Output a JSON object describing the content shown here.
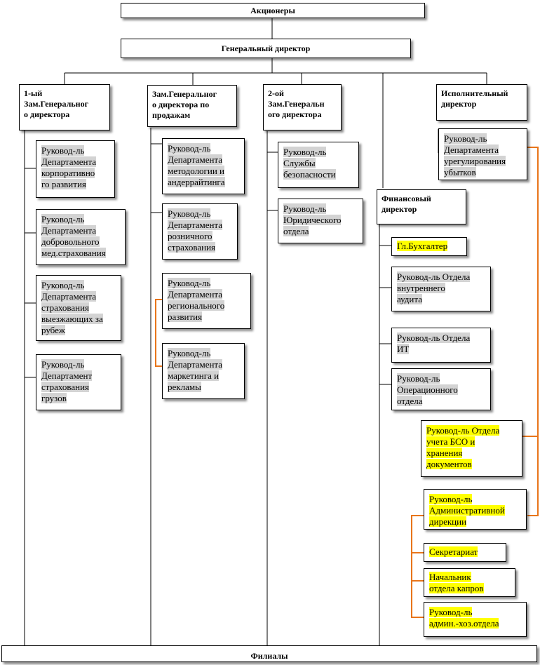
{
  "top": {
    "shareholders": "Акционеры",
    "general_director": "Генеральный директор",
    "branches": "Филиалы"
  },
  "column1": {
    "head": "1-ый\nЗам.Генеральног\nо директора",
    "units": [
      "Руковод-ль\nДепартамента\nкорпоративно\nго развития",
      "Руковод-ль\nДепартамента\nдобровольного\nмед.страхования",
      "Руковод-ль\nДепартамента\nстрахования\nвыезжающих за\nрубеж",
      "Руковод-ль\nДепартамент\nстрахования\nгрузов"
    ]
  },
  "column2": {
    "head": "Зам.Генеральног\nо директора по\nпродажам",
    "units": [
      "Руковод-ль\nДепартамента\nметодологии и\nандеррайтинга",
      "Руковод-ль\nДепартамента\nрозничного\nстрахования",
      "Руковод-ль\nДепартамента\nрегионального\nразвития",
      "Руковод-ль\nДепартамента\nмаркетинга и\nрекламы"
    ]
  },
  "column3": {
    "head": "2-ой\nЗам.Генеральн\nого директора",
    "units": [
      "Руковод-ль\nСлужбы\nбезопасности",
      "Руковод-ль\nЮридического\nотдела"
    ]
  },
  "column4": {
    "head": "Финансовый\nдиректор",
    "units": [
      "Гл.Бухгалтер",
      "Руковод-ль Отдела\nвнутреннего\nаудита",
      "Руковод-ль Отдела\nИТ",
      "Руковод-ль\nОперационного\nотдела"
    ]
  },
  "column5": {
    "head": "Исполнительный\nдиректор",
    "units": [
      "Руковод-ль\nДепартамента\nурегулирования\nубытков",
      "Руковод-ль Отдела\nучета БСО и\nхранения\nдокументов",
      "Руковод-ль\nАдминистративной\nдирекции",
      "Секретариат",
      "Начальник\nотдела капров",
      "Руковод-ль\nадмин.-хоз.отдела"
    ]
  },
  "colors": {
    "gray_highlight": "#d3d3d3",
    "yellow_highlight": "#ffff00",
    "orange_connector": "#e8751a"
  }
}
